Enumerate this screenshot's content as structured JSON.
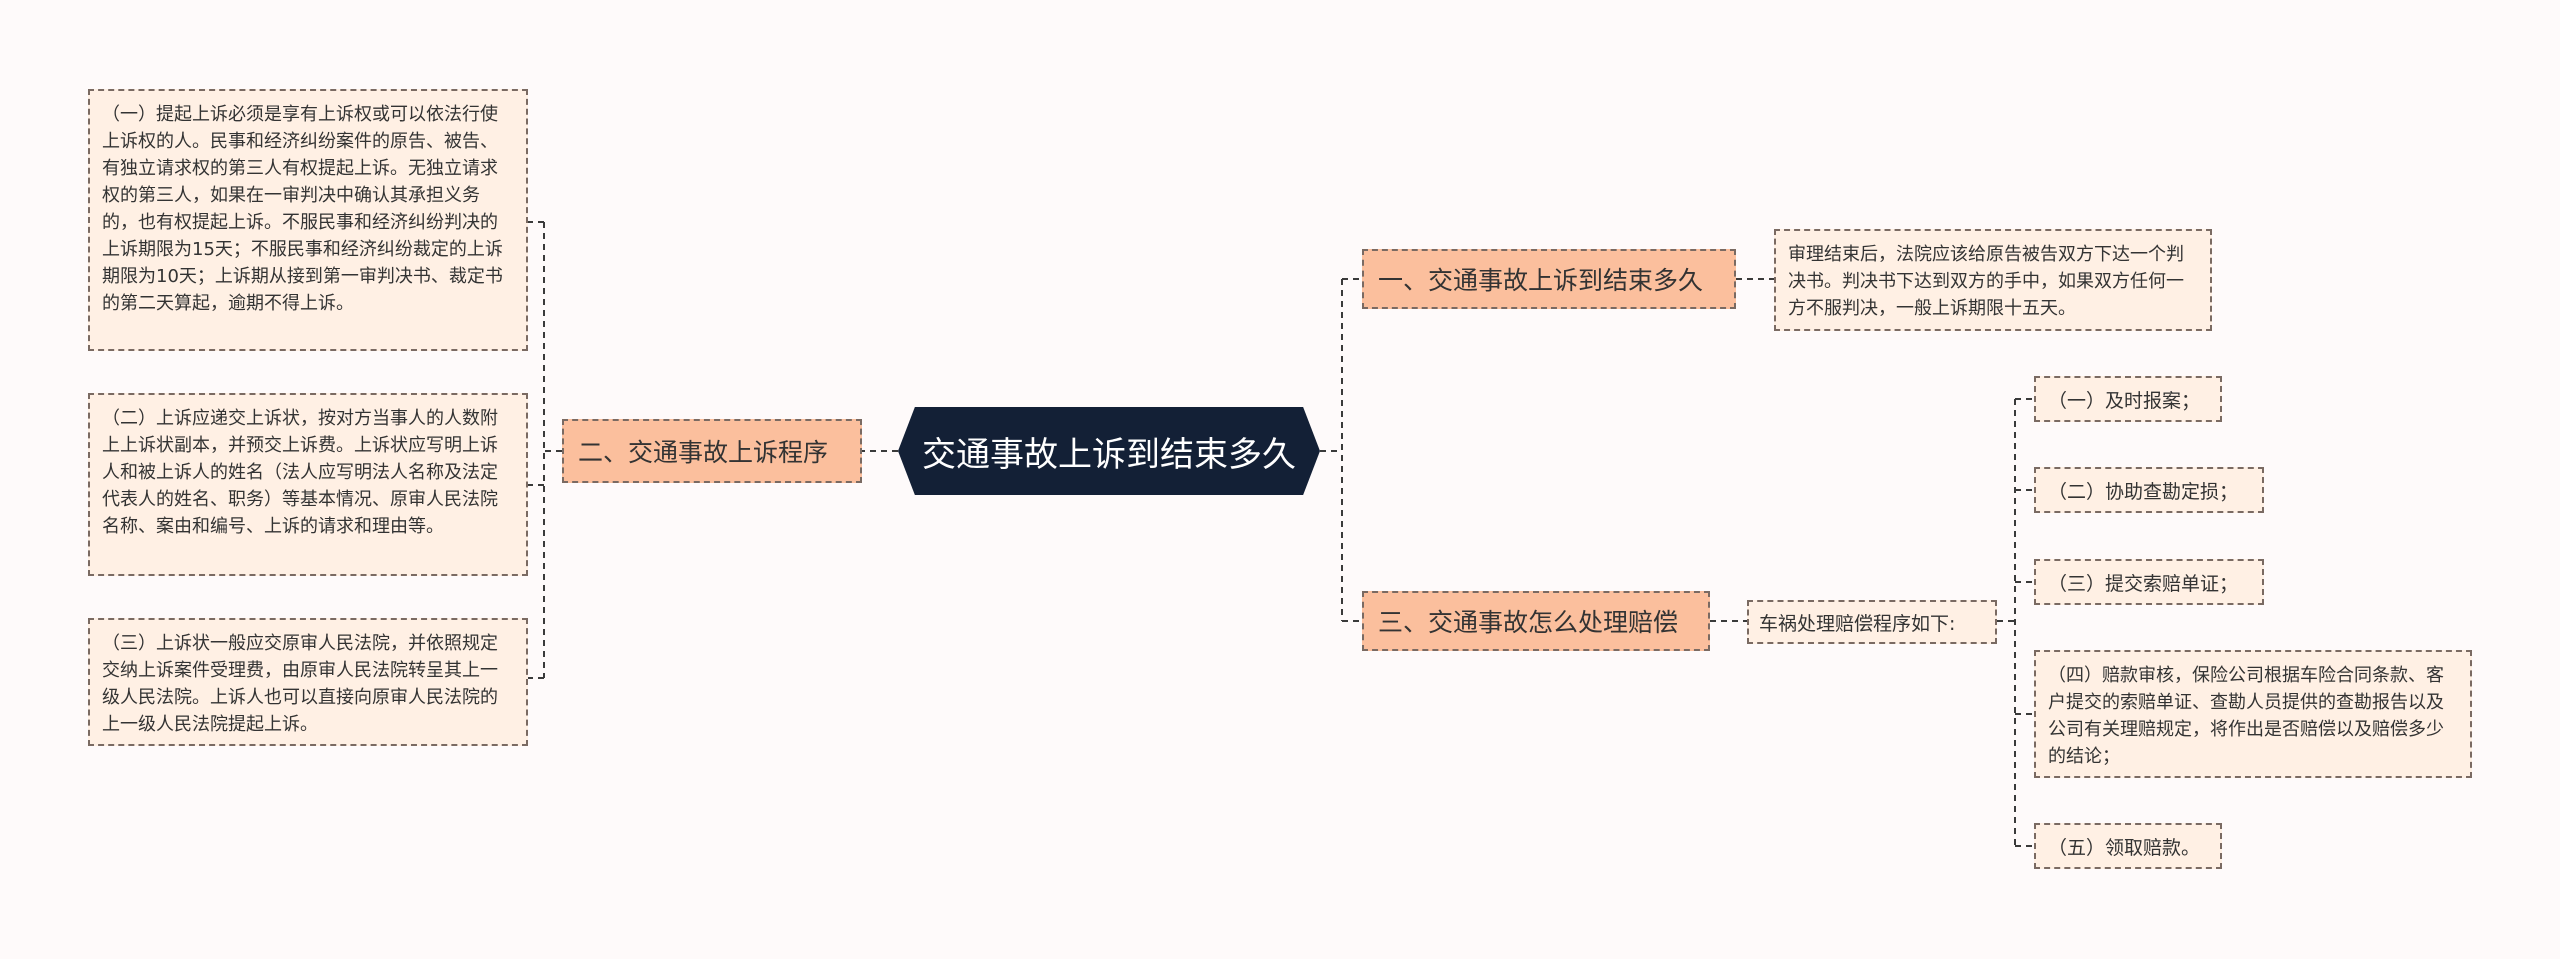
{
  "root": {
    "label": "交通事故上诉到结束多久"
  },
  "left_branch": {
    "label": "二、交通事故上诉程序",
    "items": [
      "（一）提起上诉必须是享有上诉权或可以依法行使上诉权的人。民事和经济纠纷案件的原告、被告、有独立请求权的第三人有权提起上诉。无独立请求权的第三人，如果在一审判决中确认其承担义务的，也有权提起上诉。不服民事和经济纠纷判决的上诉期限为15天；不服民事和经济纠纷裁定的上诉期限为10天；上诉期从接到第一审判决书、裁定书的第二天算起，逾期不得上诉。",
      "（二）上诉应递交上诉状，按对方当事人的人数附上上诉状副本，并预交上诉费。上诉状应写明上诉人和被上诉人的姓名（法人应写明法人名称及法定代表人的姓名、职务）等基本情况、原审人民法院名称、案由和编号、上诉的请求和理由等。",
      "（三）上诉状一般应交原审人民法院，并依照规定交纳上诉案件受理费，由原审人民法院转呈其上一级人民法院。上诉人也可以直接向原审人民法院的上一级人民法院提起上诉。"
    ]
  },
  "right_branch_1": {
    "label": "一、交通事故上诉到结束多久",
    "items": [
      "审理结束后，法院应该给原告被告双方下达一个判决书。判决书下达到双方的手中，如果双方任何一方不服判决，一般上诉期限十五天。"
    ]
  },
  "right_branch_2": {
    "label": "三、交通事故怎么处理赔偿",
    "sub": {
      "label": "车祸处理赔偿程序如下:",
      "items": [
        "（一）及时报案；",
        "（二）协助查勘定损；",
        "（三）提交索赔单证；",
        "（四）赔款审核，保险公司根据车险合同条款、客户提交的索赔单证、查勘人员提供的查勘报告以及公司有关理赔规定，将作出是否赔偿以及赔偿多少的结论；",
        "（五）领取赔款。"
      ]
    }
  },
  "colors": {
    "background": "#fefafa",
    "root": "#132036",
    "branch": "#fbbf9d",
    "leaf": "#fff0e4",
    "line": "#3a3a3a"
  }
}
